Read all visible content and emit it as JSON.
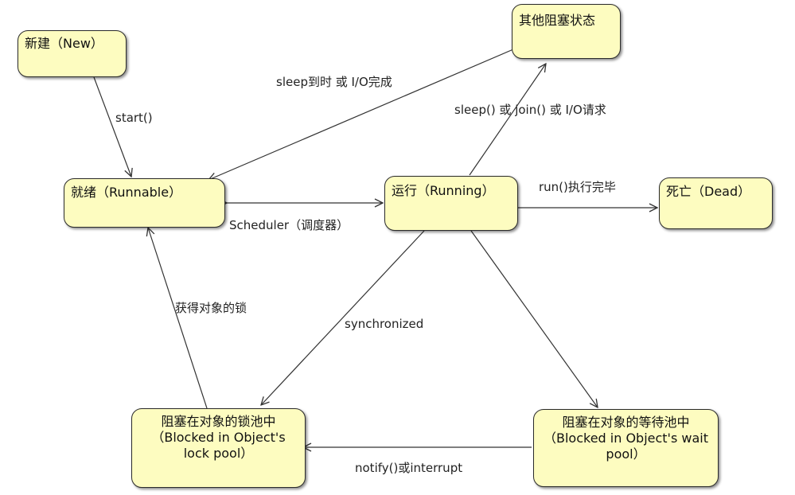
{
  "states": {
    "new": {
      "label": "新建（New）"
    },
    "blocked_other": {
      "label": "其他阻塞状态"
    },
    "runnable": {
      "label": "就绪（Runnable）"
    },
    "running": {
      "label": "运行（Running）"
    },
    "dead": {
      "label": "死亡（Dead）"
    },
    "lock_pool": {
      "line1": "阻塞在对象的锁池中",
      "line2": "（Blocked in Object's",
      "line3": "lock pool）"
    },
    "wait_pool": {
      "line1": "阻塞在对象的等待池中",
      "line2": "（Blocked in Object's wait",
      "line3": "pool）"
    }
  },
  "transitions": {
    "start": "start()",
    "sleep_done": "sleep到时 或 I/O完成",
    "sleep_join_io": "sleep() 或 join() 或 I/O请求",
    "scheduler": "Scheduler（调度器）",
    "run_done": "run()执行完毕",
    "acquire_lock": "获得对象的锁",
    "synchronized": "synchronized",
    "notify": "notify()或interrupt"
  }
}
